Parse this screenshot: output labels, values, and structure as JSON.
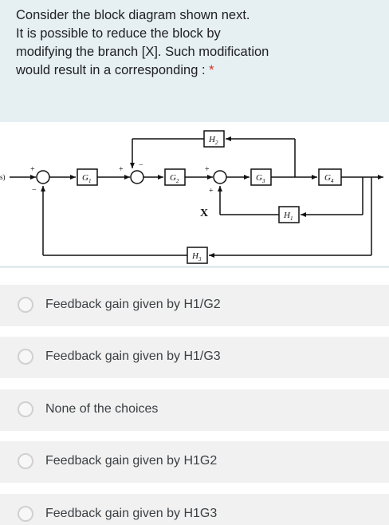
{
  "question": {
    "text": "Consider the block diagram shown next.\nIt is possible to reduce the block by\nmodifying the branch [X]. Such modification\nwould result in a corresponding :",
    "required_marker": "*"
  },
  "diagram": {
    "input_label": "s)",
    "branch_label": "X",
    "blocks": {
      "G1": "G",
      "G2": "G",
      "G3": "G",
      "G4": "G",
      "H1": "H",
      "H2": "H",
      "H3": "H"
    },
    "subscripts": {
      "G1": "1",
      "G2": "2",
      "G3": "3",
      "G4": "4",
      "H1": "1",
      "H2": "2",
      "H3": "3"
    },
    "signs": {
      "plus": "+",
      "minus": "−"
    }
  },
  "options": [
    {
      "label": "Feedback gain given by H1/G2",
      "selected": false
    },
    {
      "label": "Feedback gain given by H1/G3",
      "selected": false
    },
    {
      "label": "None of the choices",
      "selected": false
    },
    {
      "label": "Feedback gain given by H1G2",
      "selected": false
    },
    {
      "label": "Feedback gain given by H1G3",
      "selected": false
    }
  ]
}
